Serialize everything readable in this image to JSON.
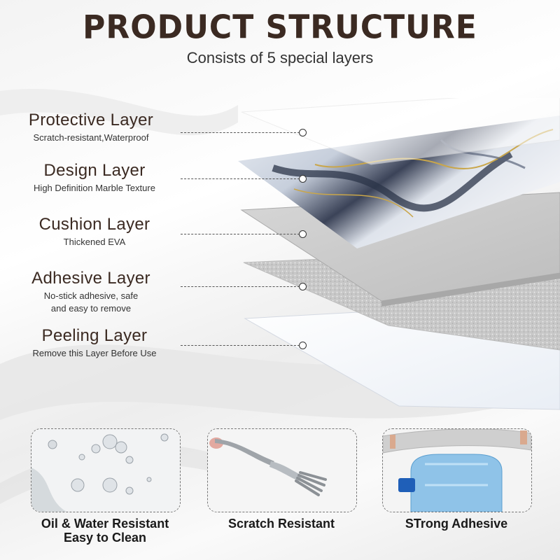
{
  "header": {
    "title": "PRODUCT STRUCTURE",
    "subtitle": "Consists of 5 special layers"
  },
  "layers": [
    {
      "name": "Protective Layer",
      "desc": "Scratch-resistant,Waterproof"
    },
    {
      "name": "Design Layer",
      "desc": "High Definition Marble Texture"
    },
    {
      "name": "Cushion Layer",
      "desc": "Thickened EVA"
    },
    {
      "name": "Adhesive Layer",
      "desc_line1": "No-stick adhesive, safe",
      "desc_line2": "and easy to remove"
    },
    {
      "name": "Peeling Layer",
      "desc": "Remove this Layer Before Use"
    }
  ],
  "features": [
    {
      "line1": "Oil & Water Resistant",
      "line2": "Easy to Clean"
    },
    {
      "line1": "Scratch Resistant"
    },
    {
      "line1": "STrong Adhesive"
    }
  ],
  "colors": {
    "title": "#3b2a22",
    "marble_dark": "#2b3448",
    "marble_gold": "#c9a64a"
  }
}
